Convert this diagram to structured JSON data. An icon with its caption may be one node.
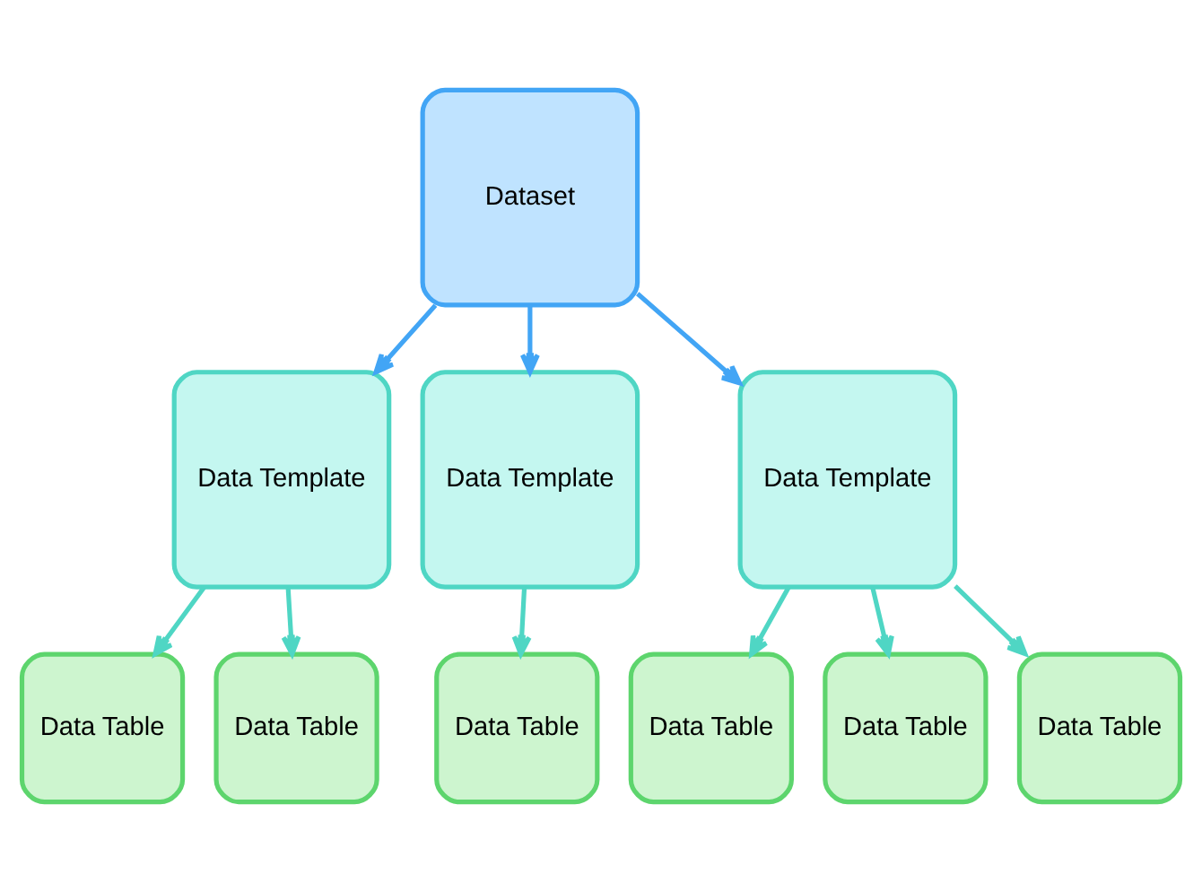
{
  "diagram": {
    "nodes": [
      {
        "text": [
          "Dataset"
        ]
      },
      {
        "text": [
          "Data Template"
        ]
      },
      {
        "text": [
          "Data Template"
        ]
      },
      {
        "text": [
          "Data Template"
        ]
      },
      {
        "text": [
          "Data Table"
        ]
      },
      {
        "text": [
          "Data Table"
        ]
      },
      {
        "text": [
          "Data Table"
        ]
      },
      {
        "text": [
          "Data Table"
        ]
      },
      {
        "text": [
          "Data Table"
        ]
      },
      {
        "text": [
          "Data Table"
        ]
      }
    ],
    "edges": [
      {
        "from": 0,
        "to": 1,
        "arrow": "to",
        "color": "#42a5f5"
      },
      {
        "from": 0,
        "to": 2,
        "arrow": "to",
        "color": "#42a5f5"
      },
      {
        "from": 0,
        "to": 3,
        "arrow": "to",
        "color": "#42a5f5"
      },
      {
        "from": 1,
        "to": 4,
        "arrow": "to"
      },
      {
        "from": 1,
        "to": 5,
        "arrow": "to"
      },
      {
        "from": 2,
        "to": 6,
        "arrow": "to"
      },
      {
        "from": 3,
        "to": 7,
        "arrow": "to"
      },
      {
        "from": 3,
        "to": 8,
        "arrow": "to"
      },
      {
        "from": 3,
        "to": 9,
        "arrow": "to"
      }
    ]
  }
}
